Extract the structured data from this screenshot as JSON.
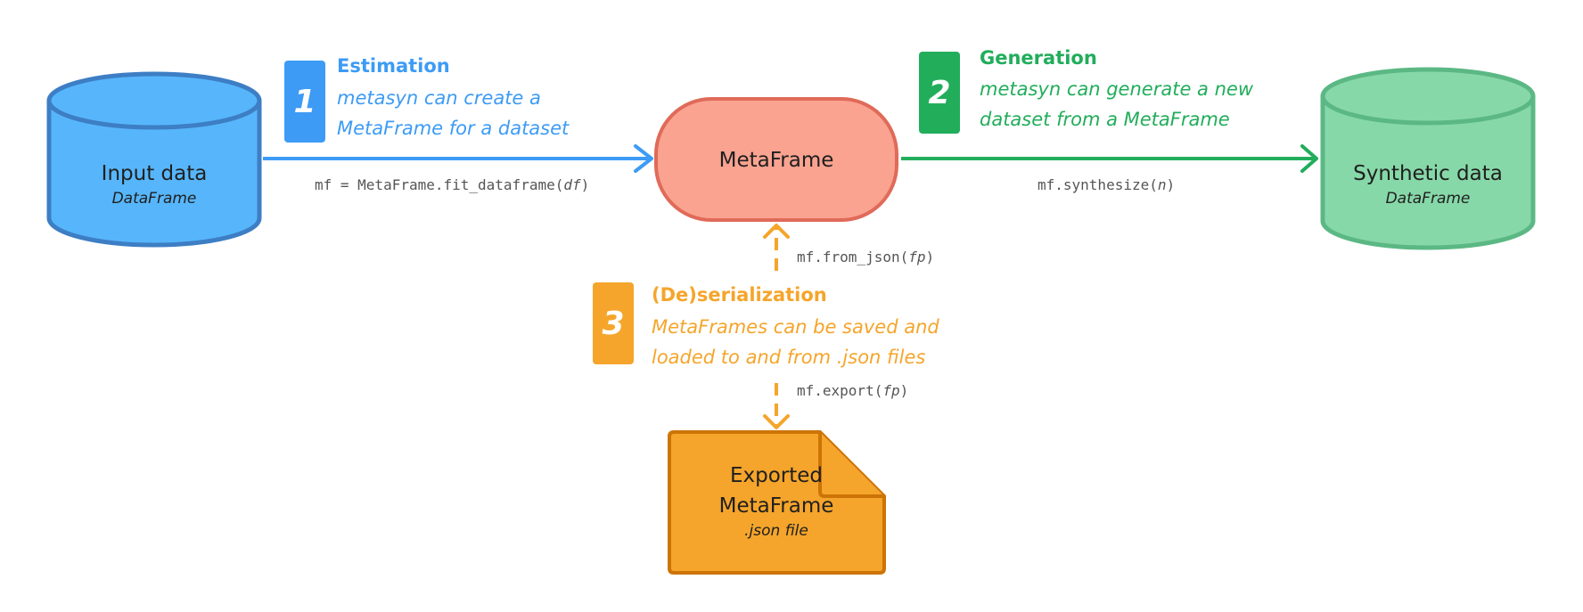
{
  "nodes": {
    "input": {
      "title": "Input data",
      "subtitle": "DataFrame"
    },
    "metaframe": {
      "title": "MetaFrame"
    },
    "synthetic": {
      "title": "Synthetic data",
      "subtitle": "DataFrame"
    },
    "exported": {
      "title_line1": "Exported",
      "title_line2": "MetaFrame",
      "subtitle": ".json file"
    }
  },
  "steps": {
    "estimation": {
      "number": "1",
      "title": "Estimation",
      "line1": "metasyn can create a",
      "line2": "MetaFrame for a dataset"
    },
    "generation": {
      "number": "2",
      "title": "Generation",
      "line1": "metasyn can generate a new",
      "line2": "dataset from a MetaFrame"
    },
    "serialization": {
      "number": "3",
      "title": "(De)serialization",
      "line1": "MetaFrames can be saved and",
      "line2": "loaded to and from .json files"
    }
  },
  "code": {
    "fit": {
      "prefix": "mf = MetaFrame.fit_dataframe(",
      "arg": "df",
      "suffix": ")"
    },
    "synthesize": {
      "prefix": "mf.synthesize(",
      "arg": "n",
      "suffix": ")"
    },
    "from_json": {
      "prefix": "mf.from_json(",
      "arg": "fp",
      "suffix": ")"
    },
    "export": {
      "prefix": "mf.export(",
      "arg": "fp",
      "suffix": ")"
    }
  },
  "colors": {
    "blue": "#3d9bf5",
    "green": "#22ad5b",
    "orange": "#f5a52b",
    "salmon": "#f9a390"
  }
}
